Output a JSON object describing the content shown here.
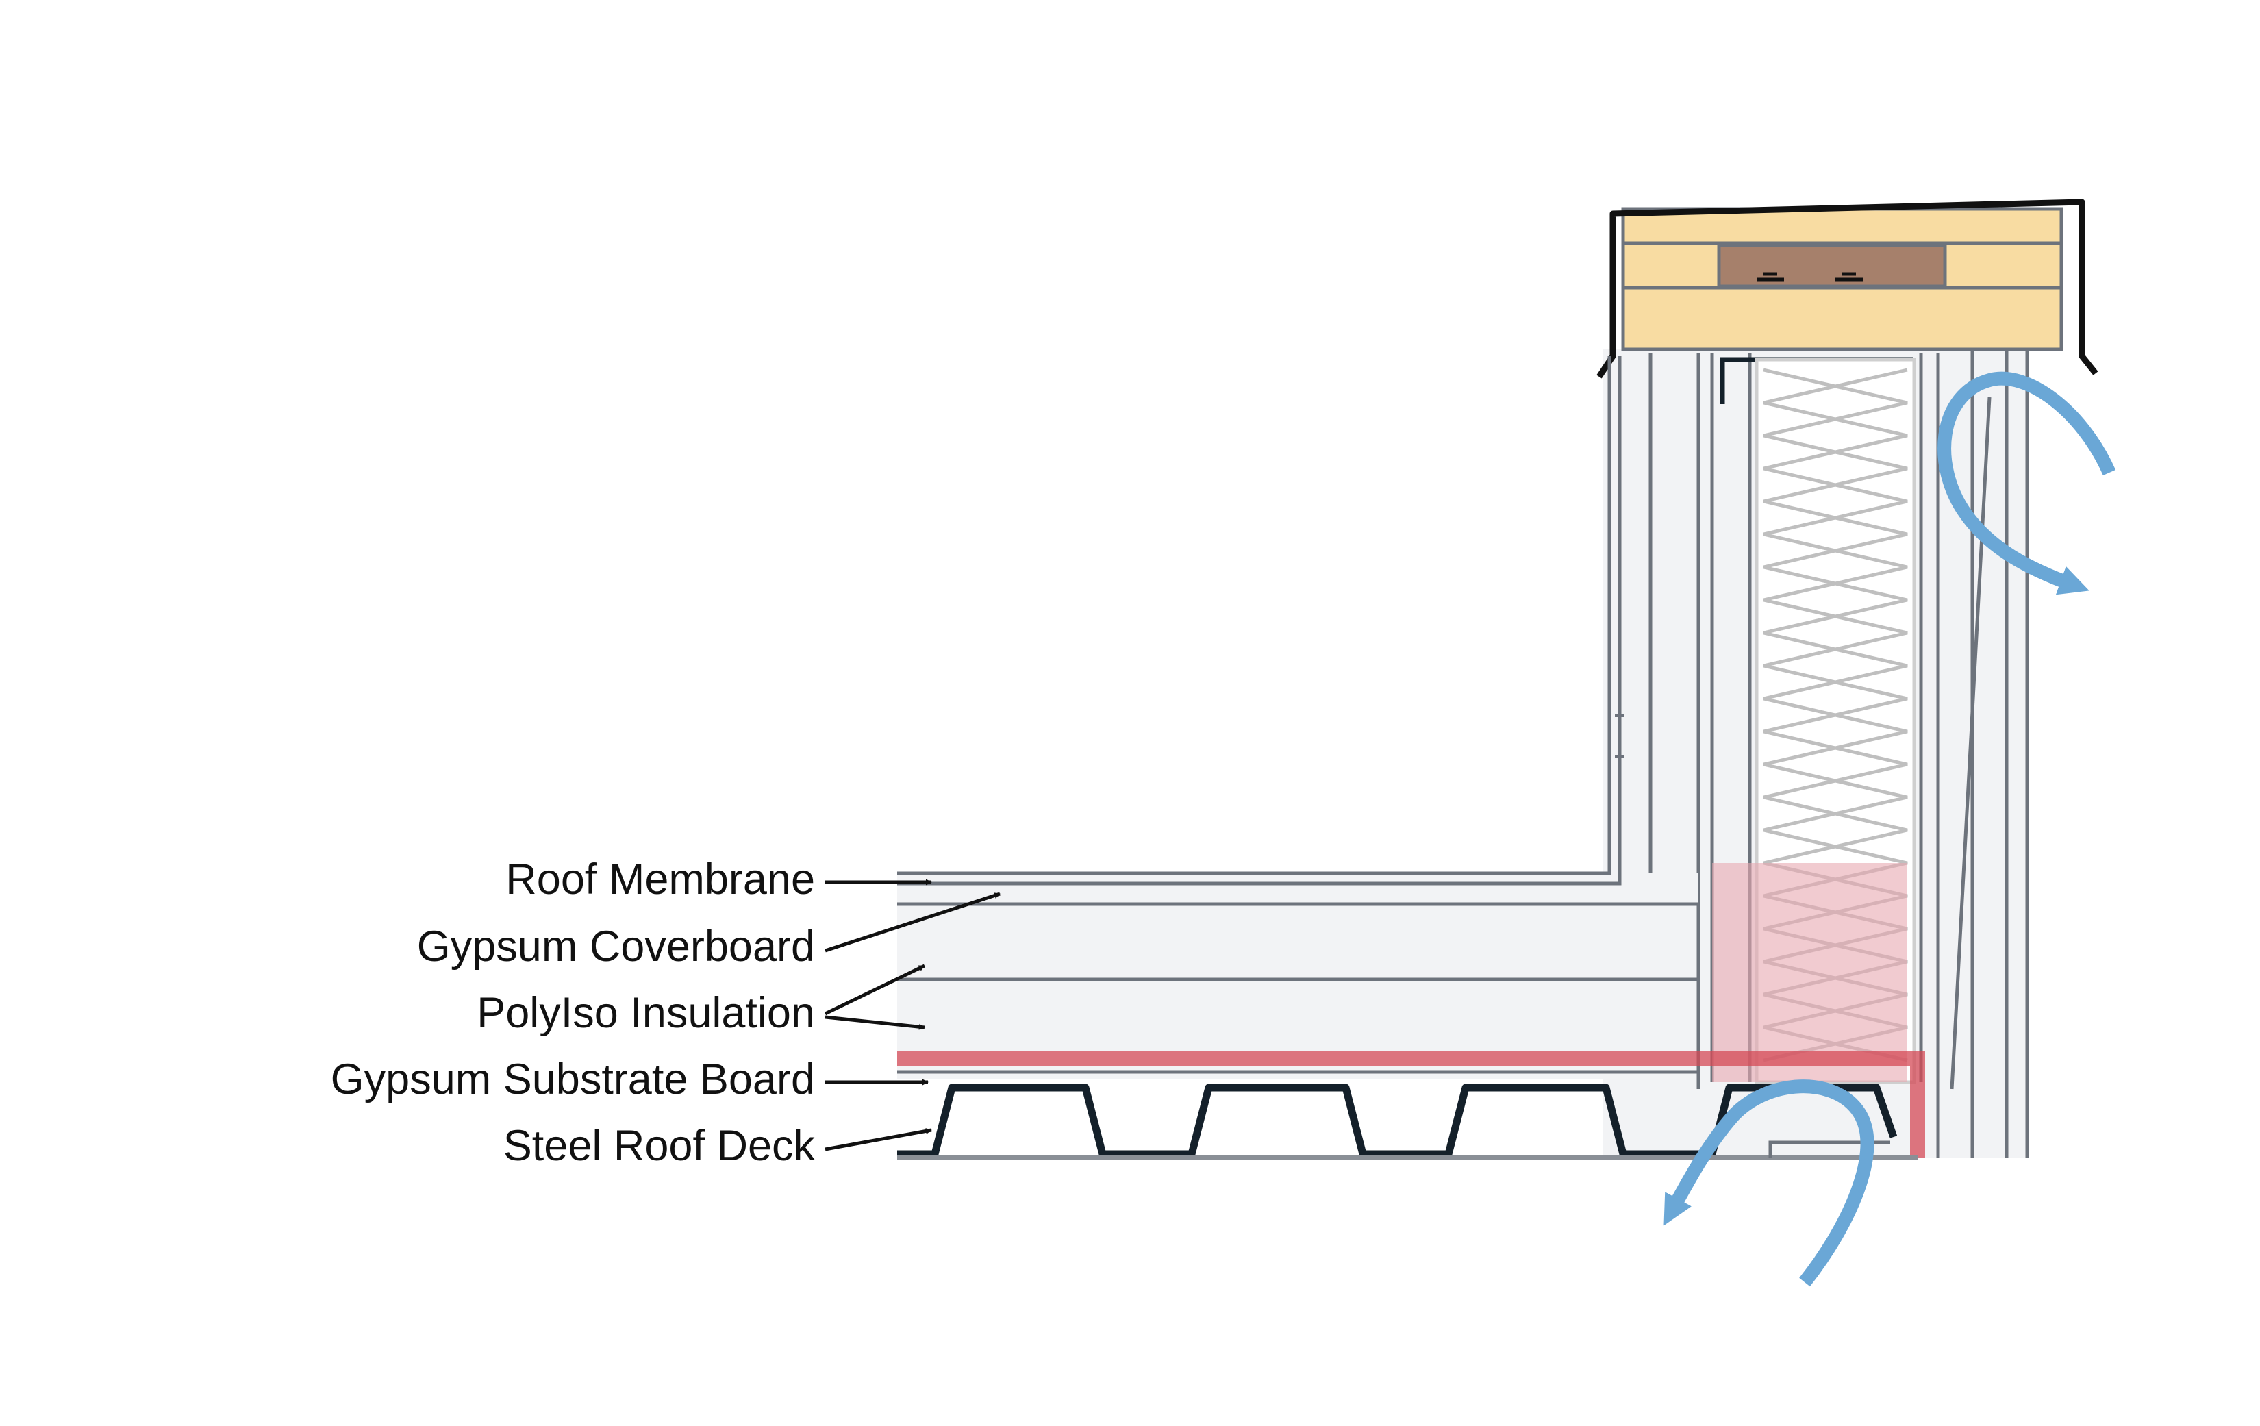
{
  "labels": {
    "roof_membrane": "Roof Membrane",
    "gypsum_coverboard": "Gypsum Coverboard",
    "polyiso_insulation": "PolyIso Insulation",
    "gypsum_substrate_board": "Gypsum Substrate Board",
    "steel_roof_deck": "Steel Roof Deck"
  },
  "colors": {
    "background": "#ffffff",
    "layer_fill": "#f2f3f5",
    "layer_line": "#6d737c",
    "membrane_line": "#4a4f57",
    "deck_stroke": "#14202a",
    "air_barrier_red": "#d44a55",
    "air_barrier_zone": "#e8a9b0",
    "airflow_arrow": "#6aa7d6",
    "wood_light": "#f8dca2",
    "wood_dark": "#a6806b",
    "coping": "#111111",
    "insulation_batt": "#bfbfbf",
    "label_text": "#111111"
  },
  "icons": {
    "airflow_top": "curved-airflow-arrow",
    "airflow_bottom": "curved-airflow-arrow",
    "leader": "leader-arrow"
  }
}
